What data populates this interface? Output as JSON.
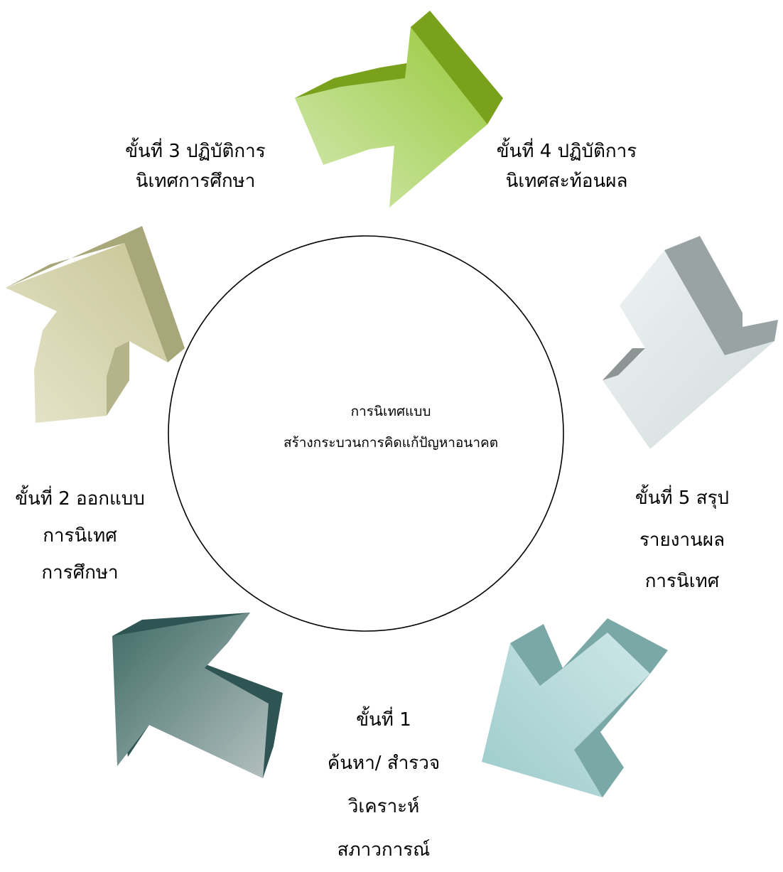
{
  "center": {
    "line1": "การนิเทศแบบ",
    "line2": "สร้างกระบวนการคิดแก้ปัญหาอนาคต"
  },
  "steps": [
    {
      "id": "step-1",
      "lines": [
        "ขั้นที่ 1",
        "ค้นหา/ สำรวจ",
        "วิเคราะห์",
        "สภาวการณ์"
      ],
      "arrow_color": "#a9d4d4"
    },
    {
      "id": "step-2",
      "lines": [
        "ขั้นที่ 2 ออกแบบ",
        "การนิเทศ",
        "การศึกษา"
      ],
      "arrow_color": "#4f7a75"
    },
    {
      "id": "step-3",
      "lines": [
        "ขั้นที่ 3 ปฏิบัติการ",
        "นิเทศการศึกษา"
      ],
      "arrow_color": "#d4d2a8"
    },
    {
      "id": "step-4",
      "lines": [
        "ขั้นที่ 4 ปฏิบัติการ",
        "นิเทศสะท้อนผล"
      ],
      "arrow_color": "#a8cf57"
    },
    {
      "id": "step-5",
      "lines": [
        "ขั้นที่ 5 สรุป",
        "รายงานผล",
        "การนิเทศ"
      ],
      "arrow_color": "#dfe6e6"
    }
  ]
}
